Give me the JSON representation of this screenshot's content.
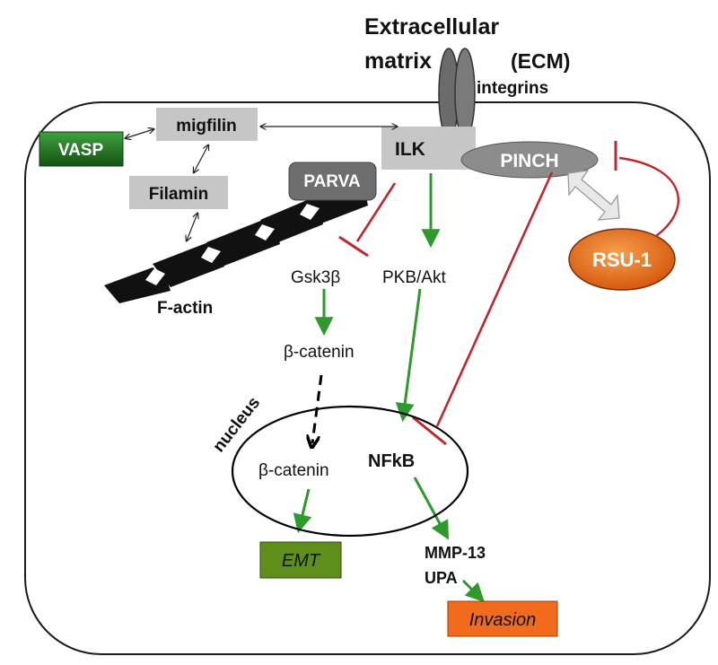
{
  "labels": {
    "extracellular": "Extracellular",
    "matrix": "matrix",
    "ecm": "(ECM)",
    "integrins": "integrins",
    "migfilin": "migfilin",
    "vasp": "VASP",
    "filamin": "Filamin",
    "ilk": "ILK",
    "pinch": "PINCH",
    "parva": "PARVA",
    "factin": "F-actin",
    "gsk3b": "Gsk3β",
    "pkbakt": "PKB/Akt",
    "rsu1": "RSU-1",
    "bcatenin_cyto": "β-catenin",
    "nucleus": "nucleus",
    "bcatenin_nuc": "β-catenin",
    "nfkb": "NFkB",
    "mmp13": "MMP-13",
    "upa": "UPA",
    "emt": "EMT",
    "invasion": "Invasion"
  },
  "colors": {
    "activation": "#2e9a2e",
    "inhibition": "#c0272d",
    "grey_box": "#c6c6c6",
    "vasp_green": "#1d6b1d",
    "emt_green": "#5f8f1a",
    "invasion_orange": "#f26b1d",
    "rsu_orange": "#e8651a",
    "pinch_grey": "#8c8c8c",
    "parva_grey": "#6e6e6e"
  }
}
